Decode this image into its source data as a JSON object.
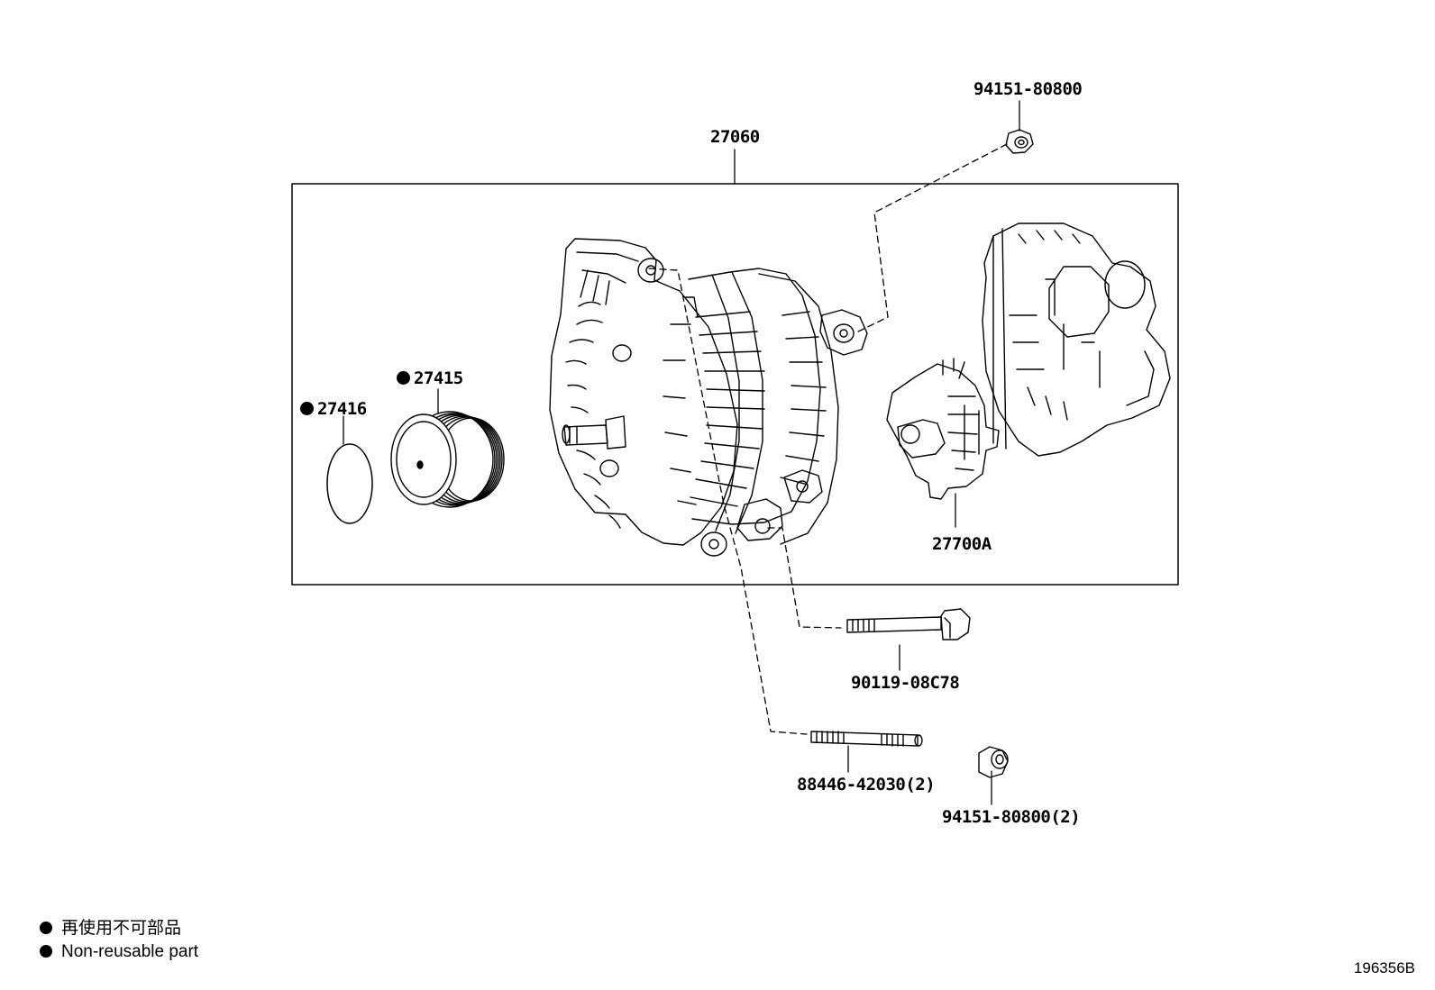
{
  "labels": {
    "p27060": "27060",
    "p94151_top": "94151-80800",
    "p27415": "27415",
    "p27416": "27416",
    "p27700A": "27700A",
    "p90119": "90119-08C78",
    "p88446": "88446-42030(2)",
    "p94151_bottom": "94151-80800(2)"
  },
  "legend": {
    "jp": "再使用不可部品",
    "en": "Non-reusable part"
  },
  "illustration_id": "196356B"
}
